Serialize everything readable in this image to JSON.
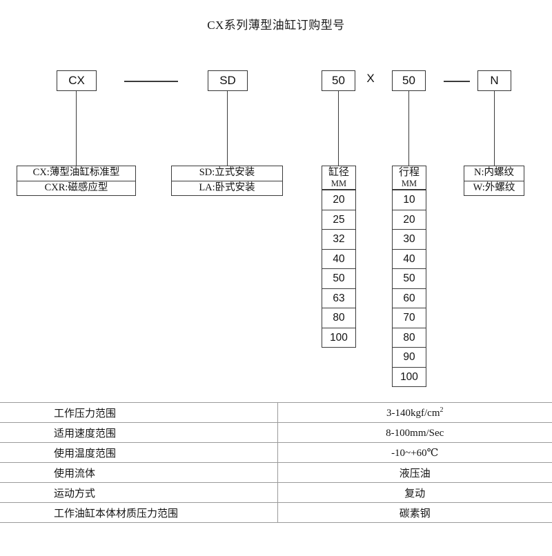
{
  "title": "CX系列薄型油缸订购型号",
  "model_code": {
    "parts": [
      {
        "name": "series",
        "value": "CX"
      },
      {
        "name": "mounting",
        "value": "SD"
      },
      {
        "name": "bore",
        "value": "50"
      },
      {
        "name": "stroke",
        "value": "50"
      },
      {
        "name": "thread",
        "value": "N"
      }
    ],
    "separators": {
      "dash1": "—",
      "times": "X",
      "dash2": "—"
    }
  },
  "legends": {
    "series": {
      "rows": [
        "CX:薄型油缸标准型",
        "CXR:磁感应型"
      ]
    },
    "mounting": {
      "rows": [
        "SD:立式安装",
        "LA:卧式安装"
      ]
    },
    "thread": {
      "rows": [
        "N:内螺纹",
        "W:外螺纹"
      ]
    }
  },
  "option_columns": {
    "bore": {
      "header_line1": "缸径",
      "header_line2": "MM",
      "values": [
        "20",
        "25",
        "32",
        "40",
        "50",
        "63",
        "80",
        "100"
      ]
    },
    "stroke": {
      "header_line1": "行程",
      "header_line2": "MM",
      "values": [
        "10",
        "20",
        "30",
        "40",
        "50",
        "60",
        "70",
        "80",
        "90",
        "100"
      ]
    }
  },
  "spec_table": {
    "rows": [
      {
        "key": "工作压力范围",
        "value": "3-140kgf/cm",
        "sup": "2"
      },
      {
        "key": "适用速度范围",
        "value": "8-100mm/Sec",
        "sup": ""
      },
      {
        "key": "使用温度范围",
        "value": "-10~+60℃",
        "sup": ""
      },
      {
        "key": "使用流体",
        "value": "液压油",
        "sup": ""
      },
      {
        "key": "运动方式",
        "value": "复动",
        "sup": ""
      },
      {
        "key": "工作油缸本体材质压力范围",
        "value": "碳素钢",
        "sup": ""
      }
    ]
  }
}
